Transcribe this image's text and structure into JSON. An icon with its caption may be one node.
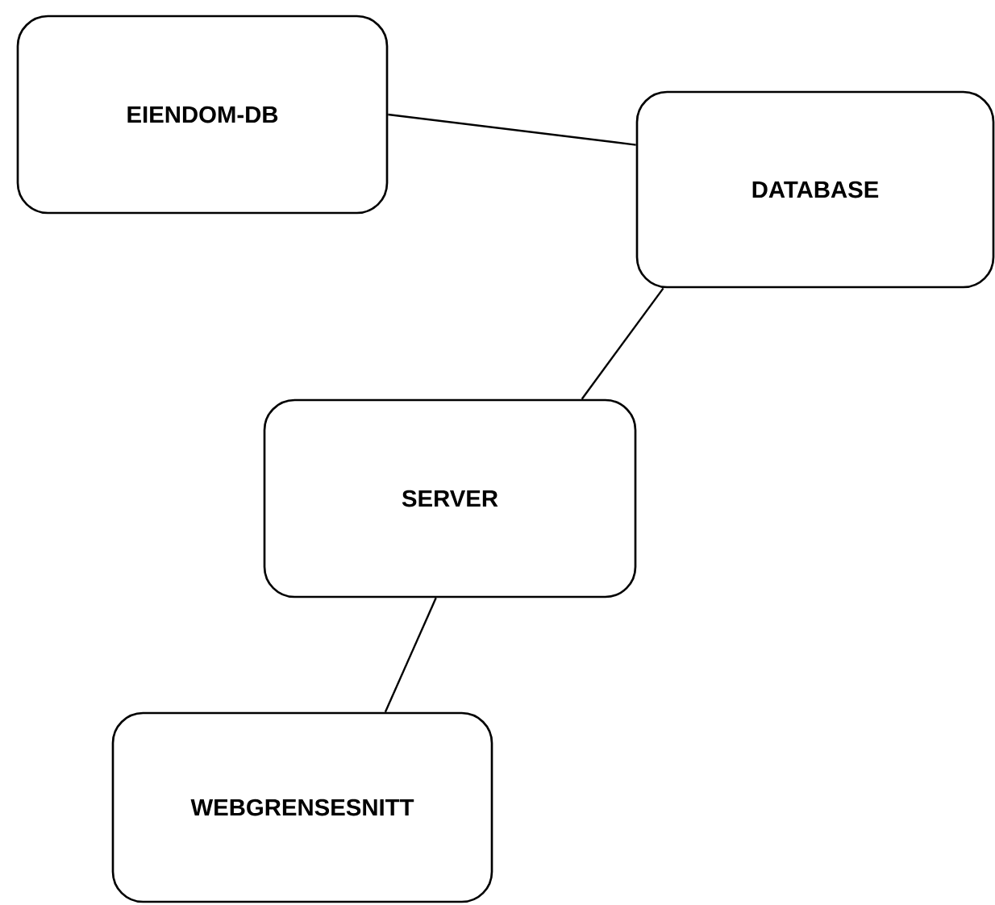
{
  "diagram": {
    "nodes": [
      {
        "text": [
          "EIENDOM-DB"
        ]
      },
      {
        "text": [
          "DATABASE"
        ]
      },
      {
        "text": [
          "SERVER"
        ]
      },
      {
        "text": [
          "WEBGRENSESNITT"
        ]
      }
    ],
    "edges": [
      {
        "from": 0,
        "to": 1,
        "arrow": "none"
      },
      {
        "from": 1,
        "to": 2,
        "arrow": "none"
      },
      {
        "from": 2,
        "to": 3,
        "arrow": "none"
      }
    ]
  }
}
